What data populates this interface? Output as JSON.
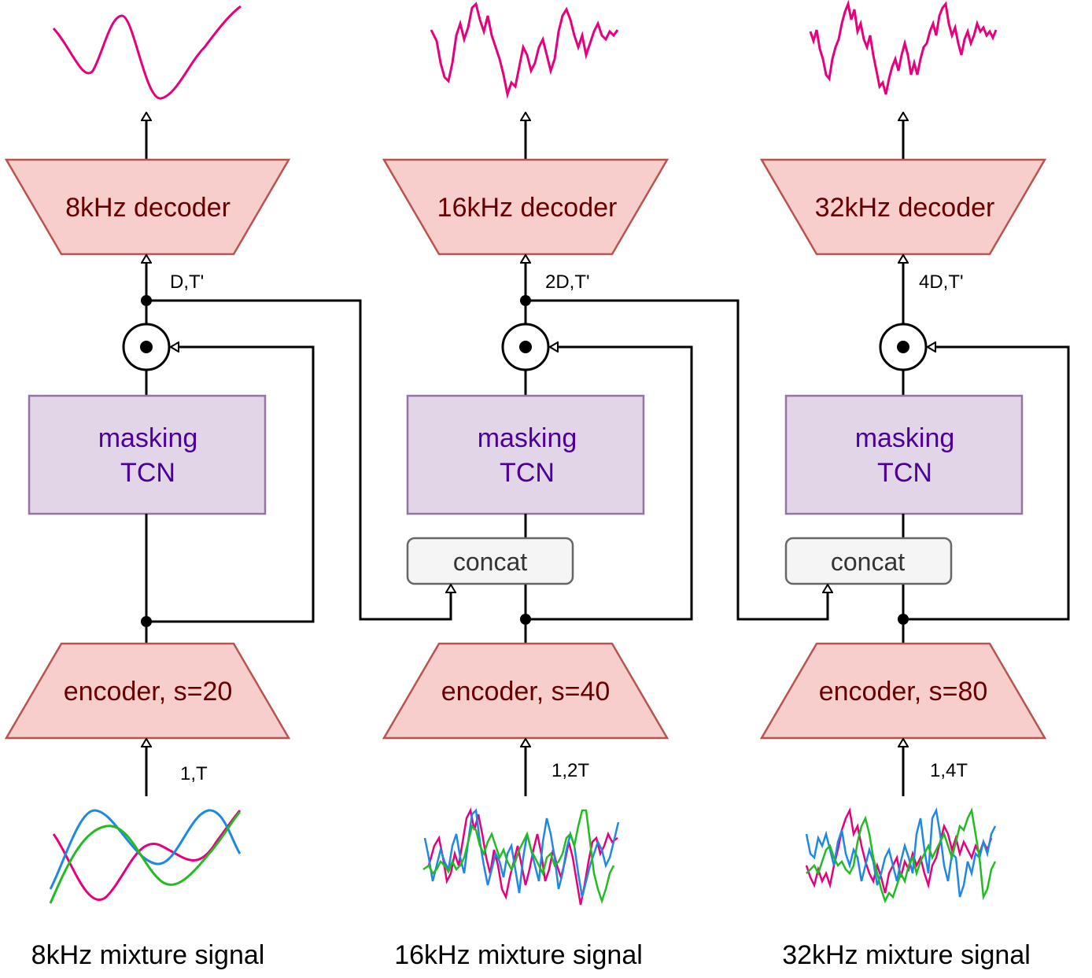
{
  "colors": {
    "trapezoid_fill": "#f8cecc",
    "trapezoid_stroke": "#b85450",
    "tcn_fill": "#e1d5e7",
    "tcn_stroke": "#9673a6",
    "concat_fill": "#f5f5f5",
    "concat_stroke": "#666666",
    "wave_pink": "#e6007e",
    "wave_blue": "#1e88e5",
    "wave_green": "#22bb22",
    "red_text": "#660000",
    "purple_text": "#4c0099"
  },
  "stages": [
    {
      "decoder_label": "8kHz decoder",
      "dim_out": "D,T'",
      "tcn_line1": "masking",
      "tcn_line2": "TCN",
      "encoder_label": "encoder, s=20",
      "dim_in": "1,T",
      "input_label": "8kHz mixture signal"
    },
    {
      "decoder_label": "16kHz decoder",
      "dim_out": "2D,T'",
      "tcn_line1": "masking",
      "tcn_line2": "TCN",
      "concat_label": "concat",
      "encoder_label": "encoder, s=40",
      "dim_in": "1,2T",
      "input_label": "16kHz mixture signal"
    },
    {
      "decoder_label": "32kHz decoder",
      "dim_out": "4D,T'",
      "tcn_line1": "masking",
      "tcn_line2": "TCN",
      "concat_label": "concat",
      "encoder_label": "encoder, s=80",
      "dim_in": "1,4T",
      "input_label": "32kHz mixture signal"
    }
  ]
}
